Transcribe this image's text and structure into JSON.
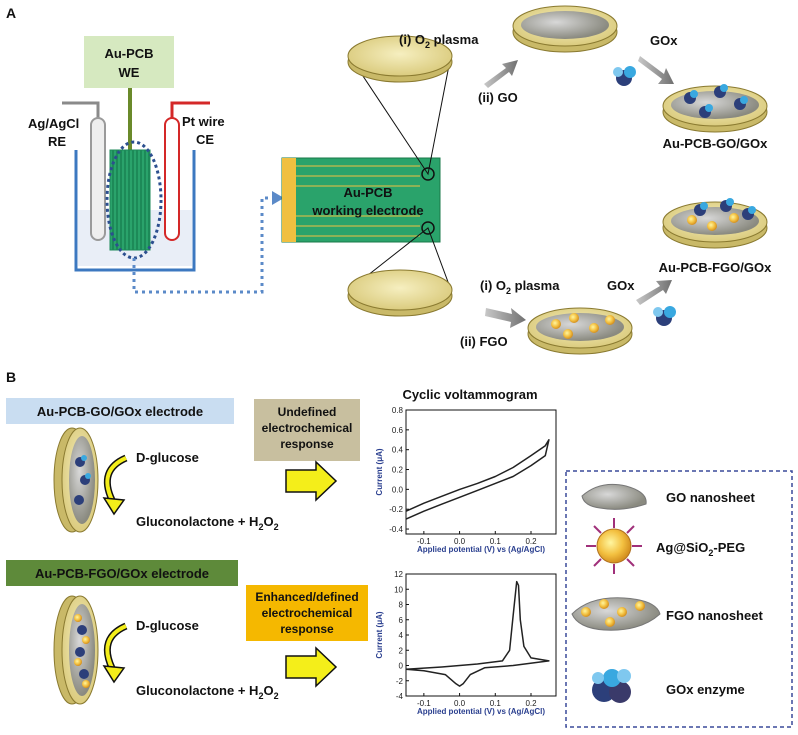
{
  "panel_a": {
    "letter": "A",
    "we_line1": "Au-PCB",
    "we_line2": "WE",
    "ref_line1": "Ag/AgCl",
    "ref_line2": "RE",
    "ce_line1": "Pt wire",
    "ce_line2": "CE",
    "pcb_line1": "Au-PCB",
    "pcb_line2": "working electrode",
    "top_step1_prefix": "(i) O",
    "top_step1_sub": "2",
    "top_step1_suffix": " plasma",
    "top_step2": "(ii) GO",
    "top_gox": "GOx",
    "top_product": "Au-PCB-GO/GOx",
    "bot_step1_prefix": "(i) O",
    "bot_step1_sub": "2",
    "bot_step1_suffix": " plasma",
    "bot_step2": "(ii) FGO",
    "bot_gox": "GOx",
    "bot_product": "Au-PCB-FGO/GOx"
  },
  "panel_b": {
    "letter": "B",
    "go_title": "Au-PCB-GO/GOx electrode",
    "fgo_title": "Au-PCB-FGO/GOx electrode",
    "substrate": "D-glucose",
    "product_prefix": "Gluconolactone + H",
    "product_sub1": "2",
    "product_mid": "O",
    "product_sub2": "2",
    "response1_l1": "Undefined",
    "response1_l2": "electrochemical",
    "response1_l3": "response",
    "response2_l1": "Enhanced/defined",
    "response2_l2": "electrochemical",
    "response2_l3": "response",
    "cv_title": "Cyclic voltammogram",
    "legend": {
      "go": "GO nanosheet",
      "ag_prefix": "Ag@SiO",
      "ag_sub": "2",
      "ag_suffix": "-PEG",
      "fgo": "FGO nanosheet",
      "gox": "GOx enzyme"
    }
  },
  "colors": {
    "go_title_bg": "#c9ddf1",
    "fgo_title_bg": "#5e8a3a",
    "response1_bg": "#c8bf9f",
    "response2_bg": "#f5b800",
    "arrow_yellow": "#f4ee1a",
    "beaker_blue": "#3c78c0",
    "pcb_green": "#2aa36b",
    "dish_gold": "#e8dc9a"
  },
  "chart_data": [
    {
      "type": "line",
      "name": "GO/GOx CV",
      "xlabel": "Applied potential (V) vs (Ag/AgCl)",
      "ylabel": "Current (μA)",
      "xlim": [
        -0.15,
        0.27
      ],
      "ylim": [
        -0.45,
        0.8
      ],
      "xticks": [
        "-0.1",
        "0.0",
        "0.1",
        "0.2"
      ],
      "yticks": [
        "0.8",
        "0.6",
        "0.4",
        "0.2",
        "0.0",
        "-0.2",
        "-0.4"
      ],
      "forward": {
        "x": [
          -0.15,
          -0.1,
          -0.05,
          0.0,
          0.05,
          0.1,
          0.15,
          0.2,
          0.24,
          0.25
        ],
        "y": [
          -0.22,
          -0.14,
          -0.07,
          0.0,
          0.06,
          0.13,
          0.22,
          0.34,
          0.44,
          0.5
        ]
      },
      "reverse": {
        "x": [
          0.25,
          0.24,
          0.2,
          0.15,
          0.1,
          0.05,
          0.0,
          -0.05,
          -0.1,
          -0.15
        ],
        "y": [
          0.5,
          0.34,
          0.24,
          0.13,
          0.06,
          -0.01,
          -0.08,
          -0.15,
          -0.22,
          -0.3
        ]
      }
    },
    {
      "type": "line",
      "name": "FGO/GOx CV",
      "xlabel": "Applied potential (V) vs (Ag/AgCl)",
      "ylabel": "Current (μA)",
      "xlim": [
        -0.15,
        0.27
      ],
      "ylim": [
        -4,
        12
      ],
      "xticks": [
        "-0.1",
        "0.0",
        "0.1",
        "0.2"
      ],
      "yticks": [
        "12",
        "10",
        "8",
        "6",
        "4",
        "2",
        "0",
        "-2",
        "-4"
      ],
      "forward": {
        "x": [
          -0.15,
          -0.05,
          0.05,
          0.12,
          0.14,
          0.15,
          0.16,
          0.165,
          0.17,
          0.18,
          0.2,
          0.25
        ],
        "y": [
          -0.5,
          -0.2,
          0.2,
          0.6,
          2.0,
          6.5,
          11.0,
          10.5,
          6.0,
          2.5,
          1.0,
          0.6
        ]
      },
      "reverse": {
        "x": [
          0.25,
          0.15,
          0.07,
          0.03,
          0.01,
          0.0,
          -0.01,
          -0.04,
          -0.1,
          -0.15
        ],
        "y": [
          0.6,
          0.0,
          -0.3,
          -1.2,
          -2.4,
          -2.7,
          -2.4,
          -1.2,
          -0.7,
          -0.5
        ]
      }
    }
  ]
}
